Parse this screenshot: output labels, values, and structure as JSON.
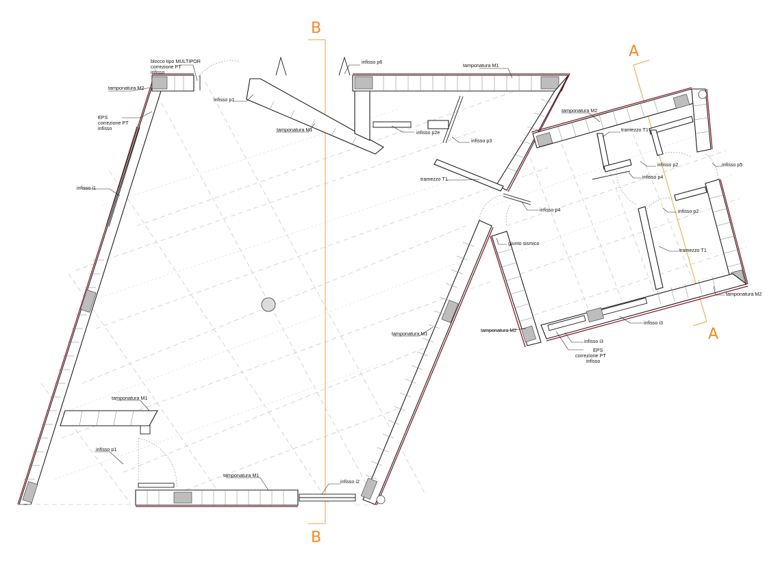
{
  "section_markers": [
    {
      "id": "B-top",
      "letter": "B"
    },
    {
      "id": "B-bottom",
      "letter": "B"
    },
    {
      "id": "A-top",
      "letter": "A"
    },
    {
      "id": "A-bottom",
      "letter": "A"
    }
  ],
  "labels": {
    "blocco": "blocco tipo MULTIPOR",
    "blocco2": "correzione PT",
    "blocco3": "infisso",
    "infisso_p6": "infisso p6",
    "tamp_m1_top": "tamponatura M1",
    "tamp_m2_left": "tamponatura M2",
    "infisso_p1_top": "infisso p1",
    "eps1": "EPS",
    "eps2": "correzione PT",
    "eps3": "infisso",
    "tamp_m1_mid": "tamponatura M1",
    "infisso_p2e": "infisso p2e",
    "infisso_p3": "infisso p3",
    "tramezzo_t1_left": "tramezzo T1",
    "infisso_i1": "infisso i1",
    "infisso_p4_mid": "infisso p4",
    "giunto": "giunto sismico",
    "tamp_m1_diag": "tamponatura M1",
    "tamp_m1_low": "tamponatura M1",
    "infisso_p1_low": "infisso p1",
    "tamp_m1_bottom": "tamponatura M1",
    "infisso_i2": "infisso i2",
    "tamp_m2_right_top": "tamponatura M2",
    "tramezzo_t1_r1": "tramezzo T1",
    "infisso_p2_a": "infisso p2",
    "infisso_p5": "infisso p5",
    "infisso_p4_r": "infisso p4",
    "infisso_p2_b": "infisso p2",
    "tramezzo_t1_r2": "tramezzo T1",
    "tamp_m2_r": "tamponatura M2",
    "infisso_i3_a": "infisso i3",
    "tamp_m2_b": "tamponatura M2",
    "infisso_i3_b": "infisso i3",
    "eps_r1": "EPS",
    "eps_r2": "correzione PT",
    "eps_r3": "infisso"
  },
  "colors": {
    "section": "#f08a1c",
    "eps": "#8b1c2b",
    "wall": "#1a1a1a",
    "grid": "#b8b8b8"
  }
}
